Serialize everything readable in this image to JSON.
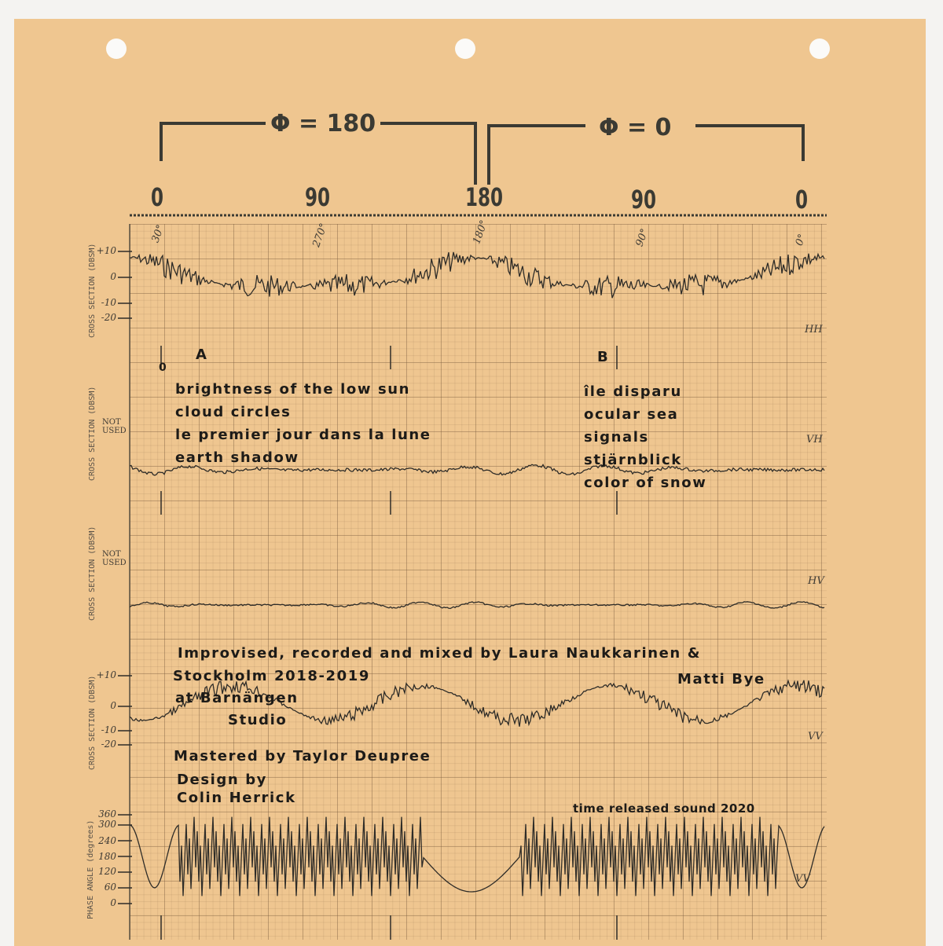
{
  "header": {
    "phi_left": "Φ = 180",
    "phi_right": "Φ =  0",
    "scale": [
      "0",
      "90",
      "180",
      "90",
      "0"
    ],
    "angle_notes": [
      "30°",
      "270°",
      "180°",
      "90°",
      "0°"
    ]
  },
  "axes": {
    "cross_section": "CROSS SECTION (DBSM)",
    "phase_angle": "PHASE ANGLE (degrees)",
    "cross_ticks": [
      "+10",
      "0",
      "-10",
      "-20"
    ],
    "phase_ticks": [
      "360",
      "300",
      "240",
      "180",
      "120",
      "60",
      "0"
    ],
    "not_used": "NOT USED"
  },
  "panels": {
    "hh": "HH",
    "vh": "VH",
    "hv": "HV",
    "vv": "VV",
    "vv2": "VV"
  },
  "side_a": {
    "label": "A",
    "zero": "0",
    "tracks": [
      "brightness of the low sun",
      "cloud circles",
      "le premier jour dans la lune",
      "earth shadow"
    ]
  },
  "side_b": {
    "label": "B",
    "tracks": [
      "île disparu",
      "ocular sea",
      "signals",
      "stjärnblick",
      "color of snow"
    ]
  },
  "credits": {
    "line1": "Improvised, recorded and mixed by Laura Naukkarinen &",
    "line2": "Stockholm 2018-2019",
    "line2b": "Matti Bye",
    "line3": "at Barnängen",
    "line4": "Studio",
    "mastered": "Mastered by Taylor Deupree",
    "design1": "Design by",
    "design2": "Colin Herrick",
    "label": "time released sound 2020"
  }
}
